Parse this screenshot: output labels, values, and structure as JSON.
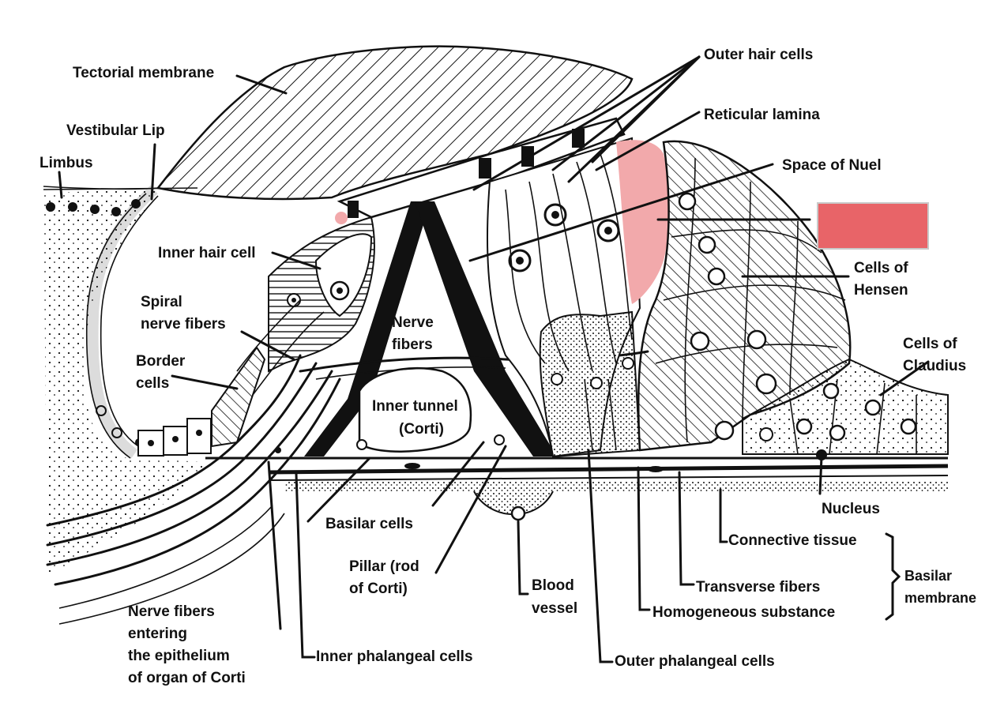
{
  "labels": {
    "tectorial_membrane": "Tectorial membrane",
    "vestibular_lip": "Vestibular Lip",
    "limbus": "Limbus",
    "inner_hair_cell": "Inner hair cell",
    "spiral_nerve_fibers_1": "Spiral",
    "spiral_nerve_fibers_2": "nerve fibers",
    "border_cells_1": "Border",
    "border_cells_2": "cells",
    "nerve_fibers_1": "Nerve",
    "nerve_fibers_2": "fibers",
    "inner_tunnel_1": "Inner tunnel",
    "inner_tunnel_2": "(Corti)",
    "outer_hair_cells": "Outer hair cells",
    "reticular_lamina": "Reticular lamina",
    "space_of_nuel": "Space of Nuel",
    "cells_of_hensen_1": "Cells of",
    "cells_of_hensen_2": "Hensen",
    "cells_of_claudius_1": "Cells of",
    "cells_of_claudius_2": "Claudius",
    "nucleus": "Nucleus",
    "connective_tissue": "Connective tissue",
    "basilar_membrane_1": "Basilar",
    "basilar_membrane_2": "membrane",
    "transverse_fibers": "Transverse fibers",
    "homogeneous_substance": "Homogeneous substance",
    "outer_phalangeal_cells": "Outer phalangeal cells",
    "inner_phalangeal_cells": "Inner phalangeal cells",
    "basilar_cells": "Basilar cells",
    "pillar_1": "Pillar (rod",
    "pillar_2": "of Corti)",
    "blood_vessel_1": "Blood",
    "blood_vessel_2": "vessel",
    "nerve_fibers_entering_1": "Nerve fibers",
    "nerve_fibers_entering_2": "entering",
    "nerve_fibers_entering_3": "the epithelium",
    "nerve_fibers_entering_4": "of organ of Corti"
  },
  "colors": {
    "highlight_region": "#f2a9ab",
    "label_box": "#e86468",
    "ink": "#111111"
  }
}
